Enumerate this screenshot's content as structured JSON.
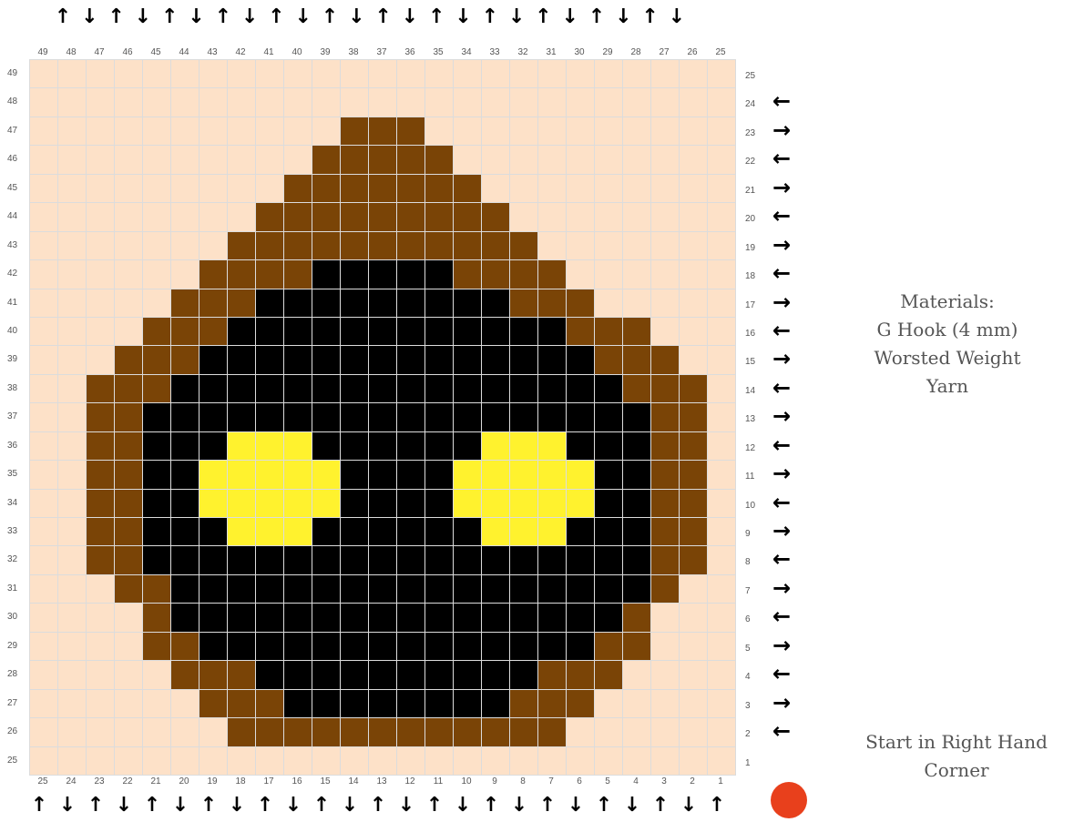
{
  "colors": {
    "background": "#FDE1C8",
    "brown": "#7A4406",
    "black": "#000000",
    "yellow": "#FFF22E",
    "gridline": "#DCDCDC",
    "start_dot": "#E8401C"
  },
  "color_legend": {
    "0": "background",
    "1": "brown",
    "2": "black",
    "3": "yellow"
  },
  "top_labels": [
    "49",
    "48",
    "47",
    "46",
    "45",
    "44",
    "43",
    "42",
    "41",
    "40",
    "39",
    "38",
    "37",
    "36",
    "35",
    "34",
    "33",
    "32",
    "31",
    "30",
    "29",
    "28",
    "27",
    "26",
    "25"
  ],
  "left_labels": [
    "49",
    "48",
    "47",
    "46",
    "45",
    "44",
    "43",
    "42",
    "41",
    "40",
    "39",
    "38",
    "37",
    "36",
    "35",
    "34",
    "33",
    "32",
    "31",
    "30",
    "29",
    "28",
    "27",
    "26",
    "25"
  ],
  "bottom_labels": [
    "25",
    "24",
    "23",
    "22",
    "21",
    "20",
    "19",
    "18",
    "17",
    "16",
    "15",
    "14",
    "13",
    "12",
    "11",
    "10",
    "9",
    "8",
    "7",
    "6",
    "5",
    "4",
    "3",
    "2",
    "1"
  ],
  "right_labels": [
    "25",
    "24",
    "23",
    "22",
    "21",
    "20",
    "19",
    "18",
    "17",
    "16",
    "15",
    "14",
    "13",
    "12",
    "11",
    "10",
    "9",
    "8",
    "7",
    "6",
    "5",
    "4",
    "3",
    "2",
    "1"
  ],
  "top_arrows": [
    "up",
    "down",
    "up",
    "down",
    "up",
    "down",
    "up",
    "down",
    "up",
    "down",
    "up",
    "down",
    "up",
    "down",
    "up",
    "down",
    "up",
    "down",
    "up",
    "down",
    "up",
    "down",
    "up",
    "down"
  ],
  "bottom_arrows": [
    "up",
    "down",
    "up",
    "down",
    "up",
    "down",
    "up",
    "down",
    "up",
    "down",
    "up",
    "down",
    "up",
    "down",
    "up",
    "down",
    "up",
    "down",
    "up",
    "down",
    "up",
    "down",
    "up",
    "down",
    "up"
  ],
  "right_arrows": [
    "left",
    "right",
    "left",
    "right",
    "left",
    "right",
    "left",
    "right",
    "left",
    "right",
    "left",
    "right",
    "left",
    "right",
    "left",
    "right",
    "left",
    "right",
    "left",
    "right",
    "left",
    "right",
    "left"
  ],
  "grid_rows": [
    "0000000000000000000000000",
    "0000000000000000000000000",
    "0000000000011100000000000",
    "0000000000111110000000000",
    "0000000001111111000000000",
    "0000000011111111100000000",
    "0000000111111111110000000",
    "0000001111222221111000000",
    "0000011122222222211100000",
    "0000111222222222222111000",
    "0001112222222222222211100",
    "0011122222222222222221110",
    "0011222222222222222222110",
    "0011222333222222333222110",
    "0011223333322223333322110",
    "0011223333322223333322110",
    "0011222333222222333222110",
    "0011222222222222222222110",
    "0001122222222222222222100",
    "0000122222222222222221000",
    "0000112222222222222211000",
    "0000011122222222221110000",
    "0000001112222222211100000",
    "0000000111111111111000000",
    "0000000000000000000000000"
  ],
  "materials": {
    "heading": "Materials:",
    "hook": "G Hook (4 mm)",
    "yarn_line1": "Worsted Weight",
    "yarn_line2": "Yarn"
  },
  "start_note": {
    "line1": "Start in Right Hand",
    "line2": "Corner"
  }
}
